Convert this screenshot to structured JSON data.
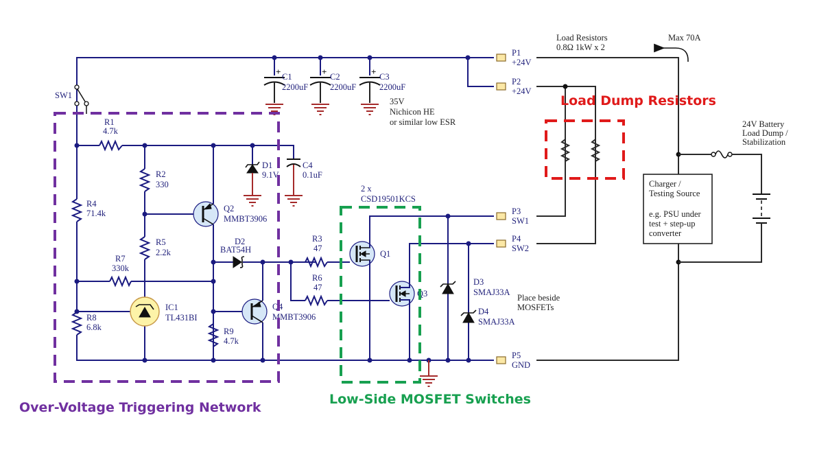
{
  "colors": {
    "wire": "#1a1a80",
    "external_wire": "#2a2a2a",
    "ground": "#a52a2a",
    "group_overvoltage": "#7030a0",
    "group_mosfet": "#18a050",
    "group_load_dump": "#e01a1a"
  },
  "groups": {
    "overvoltage": "Over-Voltage Triggering Network",
    "mosfet": "Low-Side MOSFET Switches",
    "load_dump": "Load Dump Resistors"
  },
  "components": {
    "sw1": {
      "ref": "SW1"
    },
    "r1": {
      "ref": "R1",
      "value": "4.7k"
    },
    "r2": {
      "ref": "R2",
      "value": "330"
    },
    "r3": {
      "ref": "R3",
      "value": "47"
    },
    "r4": {
      "ref": "R4",
      "value": "71.4k"
    },
    "r5": {
      "ref": "R5",
      "value": "2.2k"
    },
    "r6": {
      "ref": "R6",
      "value": "47"
    },
    "r7": {
      "ref": "R7",
      "value": "330k"
    },
    "r8": {
      "ref": "R8",
      "value": "6.8k"
    },
    "r9": {
      "ref": "R9",
      "value": "4.7k"
    },
    "c1": {
      "ref": "C1",
      "value": "2200uF"
    },
    "c2": {
      "ref": "C2",
      "value": "2200uF"
    },
    "c3": {
      "ref": "C3",
      "value": "2200uF"
    },
    "c4": {
      "ref": "C4",
      "value": "0.1uF"
    },
    "d1": {
      "ref": "D1",
      "value": "9.1V"
    },
    "d2": {
      "ref": "D2",
      "value": "BAT54H"
    },
    "d3": {
      "ref": "D3",
      "value": "SMAJ33A"
    },
    "d4": {
      "ref": "D4",
      "value": "SMAJ33A"
    },
    "q1": {
      "ref": "Q1"
    },
    "q2": {
      "ref": "Q2",
      "value": "MMBT3906"
    },
    "q3": {
      "ref": "Q3"
    },
    "q4": {
      "ref": "Q4",
      "value": "MMBT3906"
    },
    "ic1": {
      "ref": "IC1",
      "value": "TL431BI"
    }
  },
  "ports": [
    {
      "ref": "P1",
      "net": "+24V"
    },
    {
      "ref": "P2",
      "net": "+24V"
    },
    {
      "ref": "P3",
      "net": "SW1"
    },
    {
      "ref": "P4",
      "net": "SW2"
    },
    {
      "ref": "P5",
      "net": "GND"
    }
  ],
  "notes": {
    "caps_line1": "35V",
    "caps_line2": "Nichicon HE",
    "caps_line3": "or similar low ESR",
    "mosfet_line1": "2 x",
    "mosfet_line2": "CSD19501KCS",
    "tvs_line1": "Place beside",
    "tvs_line2": "MOSFETs",
    "load_line1": "Load Resistors",
    "load_line2": "0.8Ω 1kW x 2",
    "max_current": "Max 70A",
    "battery_line1": "24V Battery",
    "battery_line2": "Load Dump /",
    "battery_line3": "Stabilization",
    "charger_line1": "Charger /",
    "charger_line2": "Testing Source",
    "charger_line3": "e.g. PSU under",
    "charger_line4": "test + step-up",
    "charger_line5": "converter"
  }
}
